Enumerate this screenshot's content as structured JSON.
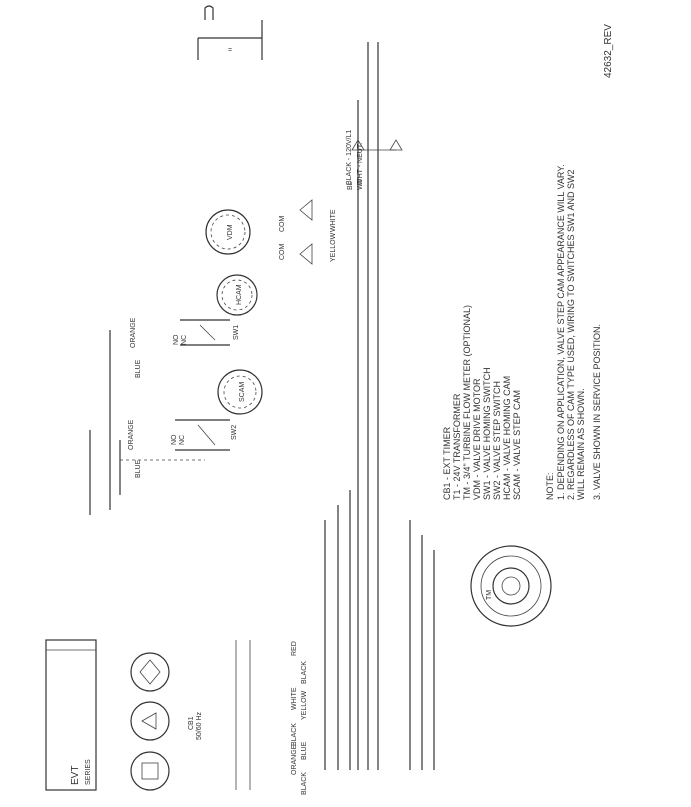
{
  "doc_id": "42632_REV",
  "legend": [
    "CB1 - EXT TIMER",
    "T1 - 24V TRANSFORMER",
    "TM - 3/4\" TURBINE FLOW METER (OPTIONAL)",
    "VDM - VALVE DRIVE MOTOR",
    "SW1 - VALVE HOMING SWITCH",
    "SW2 - VALVE STEP SWITCH",
    "HCAM - VALVE HOMING CAM",
    "SCAM - VALVE STEP CAM"
  ],
  "notes_title": "NOTE:",
  "notes": [
    "1.  DEPENDING ON APPLICATION, VALVE STEP CAM APPEARANCE WILL VARY.",
    "2.  REGARDLESS OF CAM TYPE USED, WIRING TO SWITCHES SW1 AND SW2",
    "     WILL REMAIN AS SHOWN.",
    "3.  VALVE SHOWN IN SERVICE POSITION."
  ],
  "labels": {
    "cb1": "CB1",
    "hz": "50/60 Hz",
    "tm": "TM",
    "vdm": "VDM",
    "hcam": "HCAM",
    "scam": "SCAM",
    "sw1": "SW1",
    "sw2": "SW2",
    "com_a": "COM",
    "com_b": "COM",
    "white": "WHITE",
    "yellow": "YELLOW",
    "blue_1": "BLUE",
    "blue_2": "BLUE",
    "blue_3": "BLUE",
    "orange_1": "ORANGE",
    "orange_2": "ORANGE",
    "orange_3": "ORANGE",
    "black_1": "BLACK",
    "black_2": "BLACK",
    "black_3": "BLACK",
    "red": "RED",
    "no_1": "NO",
    "no_2": "NO",
    "nc_1": "NC",
    "nc_2": "NC",
    "wire_top_a": "BLACK - 120V/L1",
    "wire_top_b": "WHT - NEUT.",
    "bl": "BL",
    "wt": "WT",
    "brand": "EVT",
    "brand_sub": "SERIES"
  }
}
